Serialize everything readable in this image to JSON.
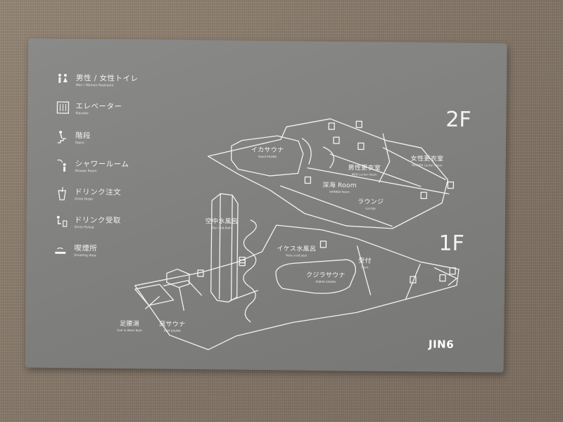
{
  "legend": [
    {
      "jp": "男性 / 女性トイレ",
      "en": "Men / Women Restroom",
      "icon": "restroom-icon"
    },
    {
      "jp": "エレベーター",
      "en": "Elevator",
      "icon": "elevator-icon"
    },
    {
      "jp": "階段",
      "en": "Stairs",
      "icon": "stairs-icon"
    },
    {
      "jp": "シャワールーム",
      "en": "Shower Room",
      "icon": "shower-icon"
    },
    {
      "jp": "ドリンク注文",
      "en": "Drink Order",
      "icon": "drink-order-icon"
    },
    {
      "jp": "ドリンク受取",
      "en": "Drink Pickup",
      "icon": "drink-pickup-icon"
    },
    {
      "jp": "喫煙所",
      "en": "Smoking Area",
      "icon": "smoking-icon"
    }
  ],
  "floors": {
    "upper": "2F",
    "lower": "1F"
  },
  "rooms": {
    "ika_sauna": {
      "jp": "イカサウナ",
      "en": "Squid SAUNA"
    },
    "mens_locker": {
      "jp": "男性更衣室",
      "en": "MEN Locker Room"
    },
    "womens_locker": {
      "jp": "女性更衣室",
      "en": "WOMEN Locker Room"
    },
    "shinkai": {
      "jp": "深海 Room",
      "en": "SHINKAI Room"
    },
    "lounge": {
      "jp": "ラウンジ",
      "en": "Lounge"
    },
    "sky_cold_bath": {
      "jp": "空中水風呂",
      "en": "Sky Cold Bath"
    },
    "ikasu_cold_bath": {
      "jp": "イケス水風呂",
      "en": "Ikesu cold pool"
    },
    "front": {
      "jp": "受付",
      "en": "Front"
    },
    "kujira_sauna": {
      "jp": "クジラサウナ",
      "en": "KUJIRA SAUNA"
    },
    "foot_bath": {
      "jp": "足腰湯",
      "en": "Foot & Waist Bath"
    },
    "kama_sauna": {
      "jp": "窯サウナ",
      "en": "KUM SAUNA"
    }
  },
  "logo": "JIN6",
  "colors": {
    "board": "#7f7f7d",
    "line": "#f2f2f2",
    "wall": "#8a7b6b"
  }
}
